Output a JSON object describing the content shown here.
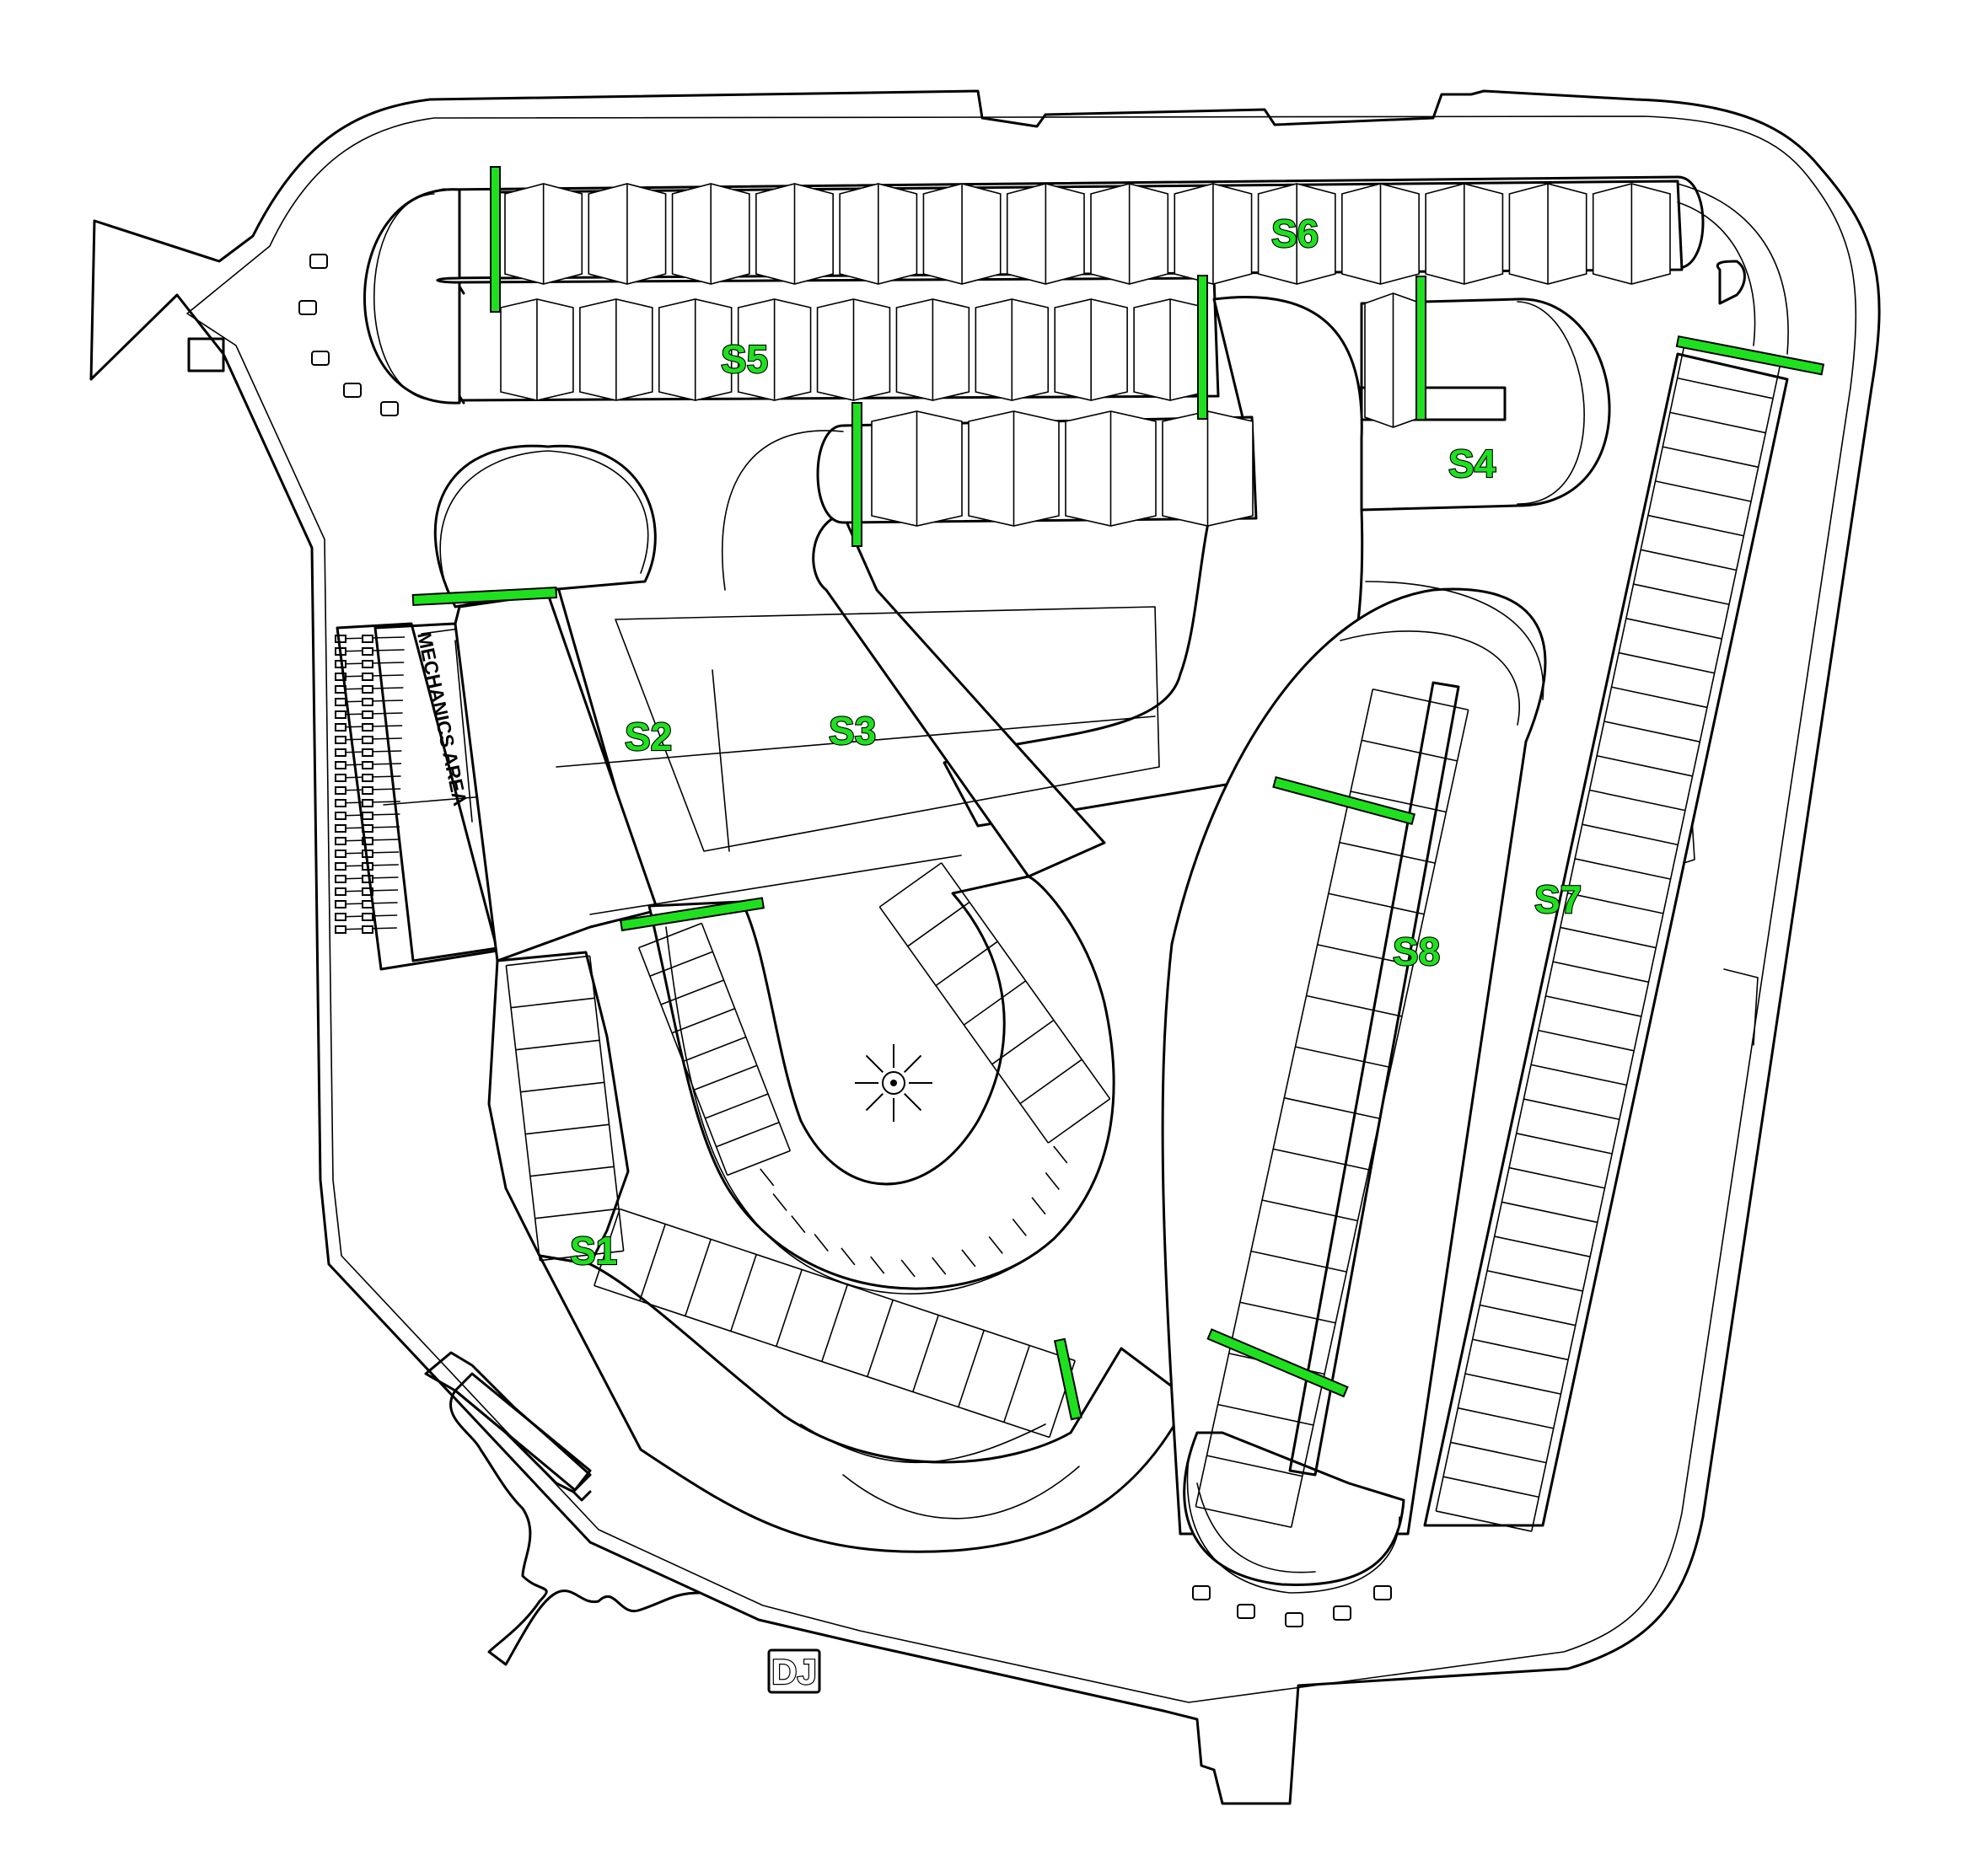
{
  "map": {
    "sections": [
      {
        "id": "S1",
        "label": "S1"
      },
      {
        "id": "S2",
        "label": "S2"
      },
      {
        "id": "S3",
        "label": "S3"
      },
      {
        "id": "S4",
        "label": "S4"
      },
      {
        "id": "S5",
        "label": "S5"
      },
      {
        "id": "S6",
        "label": "S6"
      },
      {
        "id": "S7",
        "label": "S7"
      },
      {
        "id": "S8",
        "label": "S8"
      }
    ],
    "mechanics_area_label": "MECHANICS AREA",
    "dj_label": "DJ",
    "colors": {
      "split_marker": "#1fe01f",
      "label_fill": "#1fe01f",
      "outline": "#000000",
      "background": "#ffffff"
    }
  }
}
